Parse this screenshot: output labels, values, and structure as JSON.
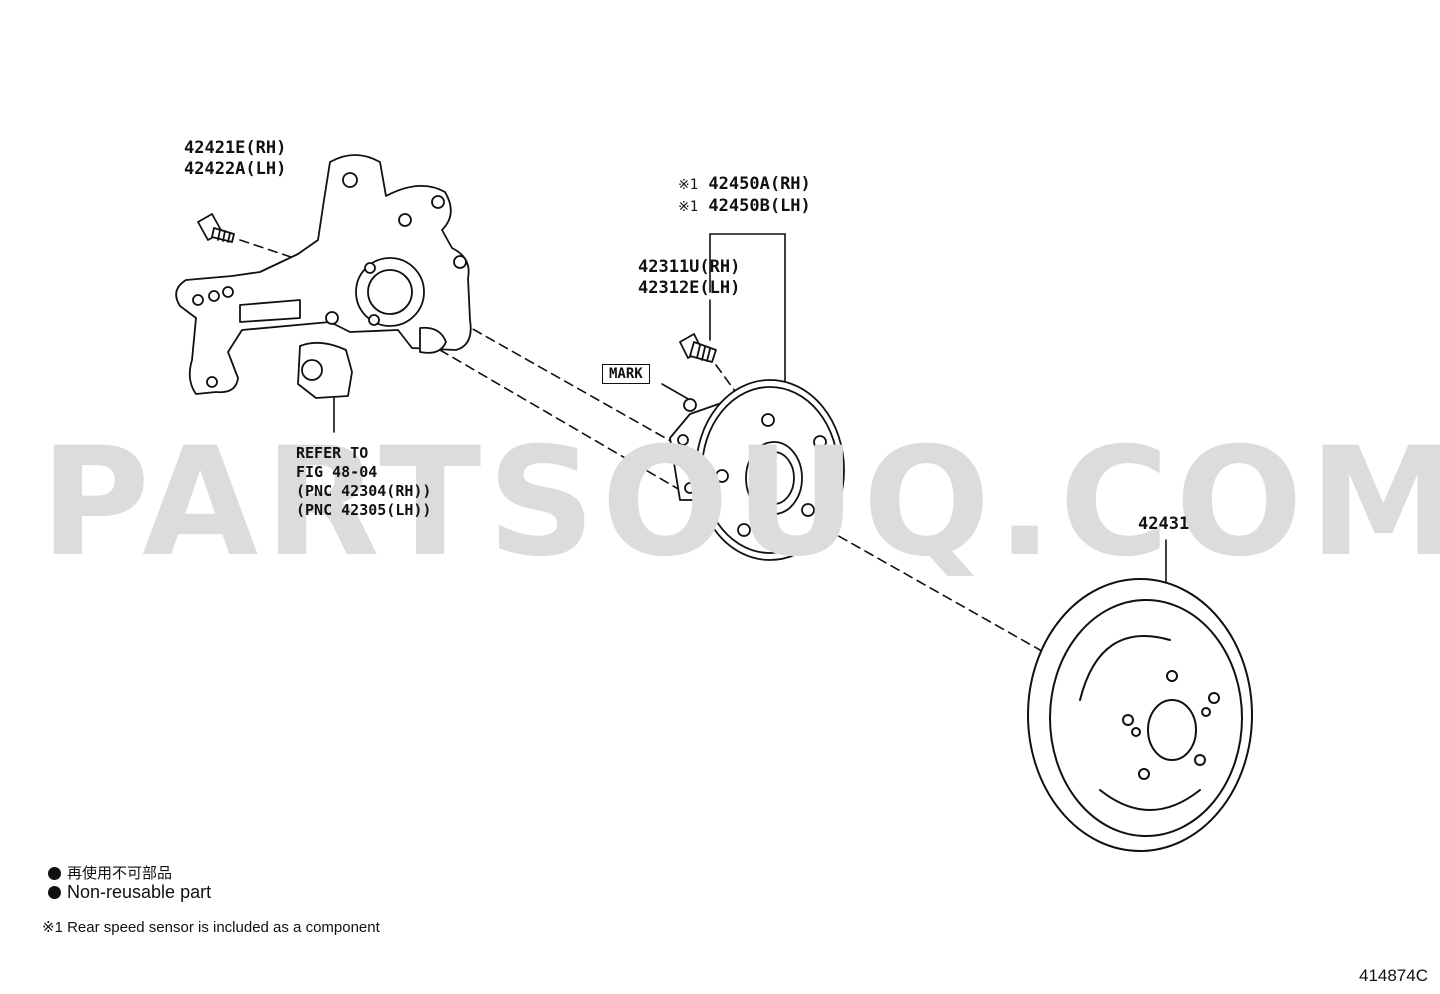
{
  "watermark": "PARTSOUQ.COM",
  "labels": {
    "knuckle_bolt_rh": "42421E(RH)",
    "knuckle_bolt_lh": "42422A(LH)",
    "hub_rh": "42450A(RH)",
    "hub_lh": "42450B(LH)",
    "hub_symbol": "※1",
    "hub_bolt_rh": "42311U(RH)",
    "hub_bolt_lh": "42312E(LH)",
    "mark": "MARK",
    "disc": "42431",
    "refer_line1": "REFER TO",
    "refer_line2": "FIG 48-04",
    "refer_line3": "(PNC 42304(RH))",
    "refer_line4": "(PNC 42305(LH))"
  },
  "legend": {
    "non_reusable_jp": "再使用不可部品",
    "non_reusable_en": "Non-reusable part",
    "note_symbol": "※1",
    "note_text": "Rear speed sensor is included as a component"
  },
  "diagram_code": "414874C",
  "colors": {
    "line": "#111111",
    "watermark": "#dcdcdc",
    "background": "#ffffff"
  }
}
